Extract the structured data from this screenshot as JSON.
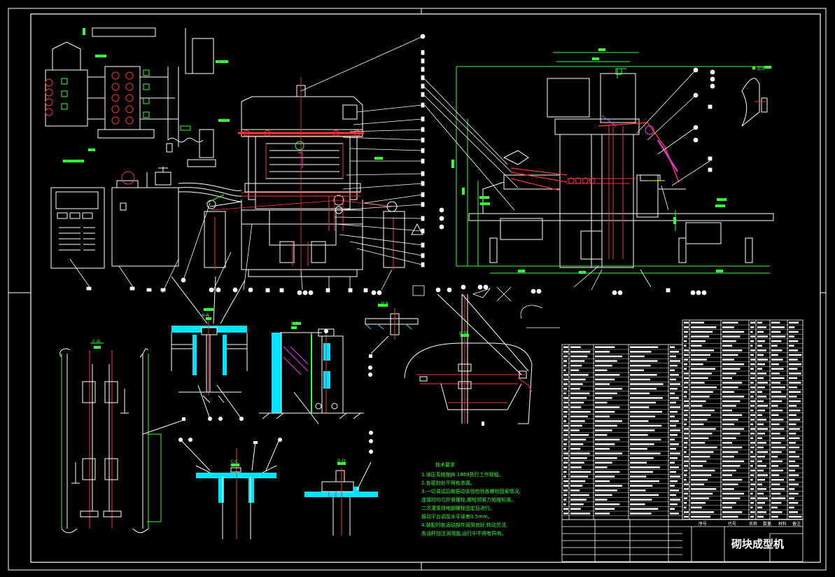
{
  "drawing": {
    "title": "砌块成型机",
    "notes_heading": "技术要求",
    "notes": [
      "1.液压系统按JB 1869执行工作规程。",
      "2.各密封处不得有渗漏。",
      "3.一切调试后做振动实验检验各螺栓固紧情况,",
      "  连接时均匀拧紧螺栓,螺栓预紧力矩按标准。",
      "  二次灌浆待地脚螺栓固定后进行。",
      "  振动平台调至水平误差0.5mm。",
      "4.装配时各运动部件润滑良好,转动灵活,",
      "  各油杯加注润滑脂,运行中不得有异响。"
    ],
    "view_labels": {
      "section_aa": "A-A",
      "section_bb": "B-B",
      "section_cc": "C-C",
      "section_dd": "D-D",
      "detail_i": "I 放大",
      "detail_ii": "II 放大",
      "view_k": "K 向",
      "view_e": "E 向"
    },
    "titleblock_headers": [
      "序号",
      "代号",
      "名称",
      "数量",
      "材料",
      "备注"
    ]
  },
  "colors": {
    "background": "#000000",
    "line": "#ffffff",
    "red": "#ff2020",
    "green": "#33ff33",
    "cyan": "#00e5ff",
    "magenta": "#ff33ff",
    "yellow": "#ffff00"
  }
}
